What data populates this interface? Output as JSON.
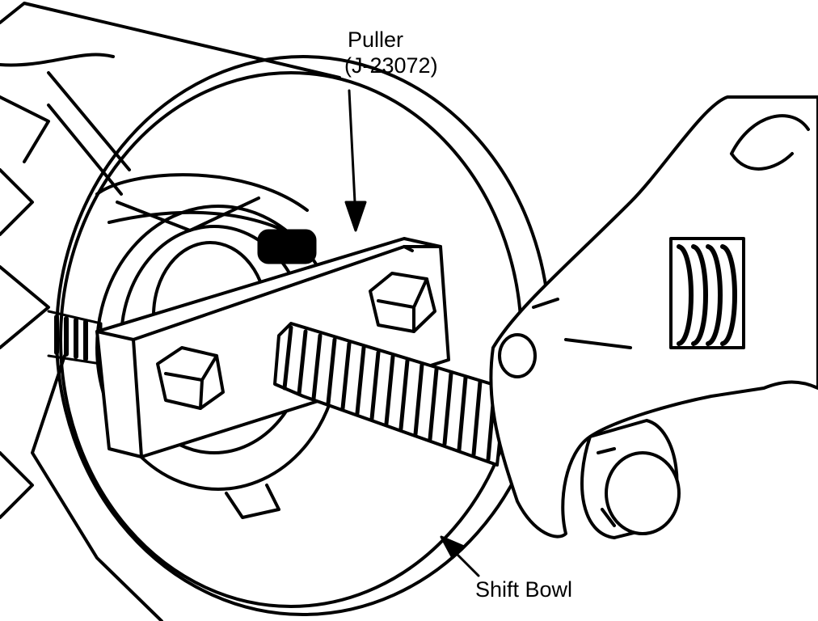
{
  "labels": {
    "puller_name": "Puller",
    "puller_part_number": "(J-23072)",
    "shift_bowl": "Shift Bowl"
  },
  "colors": {
    "ink": "#000000",
    "paper": "#ffffff"
  }
}
